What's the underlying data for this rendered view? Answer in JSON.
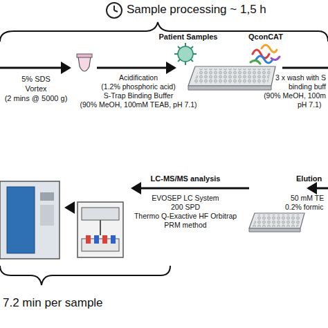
{
  "diagram": {
    "labels": [
      "Sample processing ~ 1,5 h",
      "5% SDS",
      "Vortex",
      "(2 mins @ 5000 g)",
      "Acidification",
      "(1.2% phosphoric acid)",
      "S-Trap Binding Buffer",
      "(90% MeOH, 100mM TEAB, pH 7.1)",
      "Patient Samples",
      "QconCAT",
      "3 x wash with S",
      "binding buff",
      "(90% MeOH, 100m",
      "pH 7.1)",
      "LC-MS/MS analysis",
      "EVOSEP LC System",
      "200 SPD",
      "Thermo Q-Exactive HF Orbitrap",
      "PRM method",
      "Elution",
      "50 mM TE",
      "0.2% formic",
      "7.2 min per sample"
    ]
  }
}
